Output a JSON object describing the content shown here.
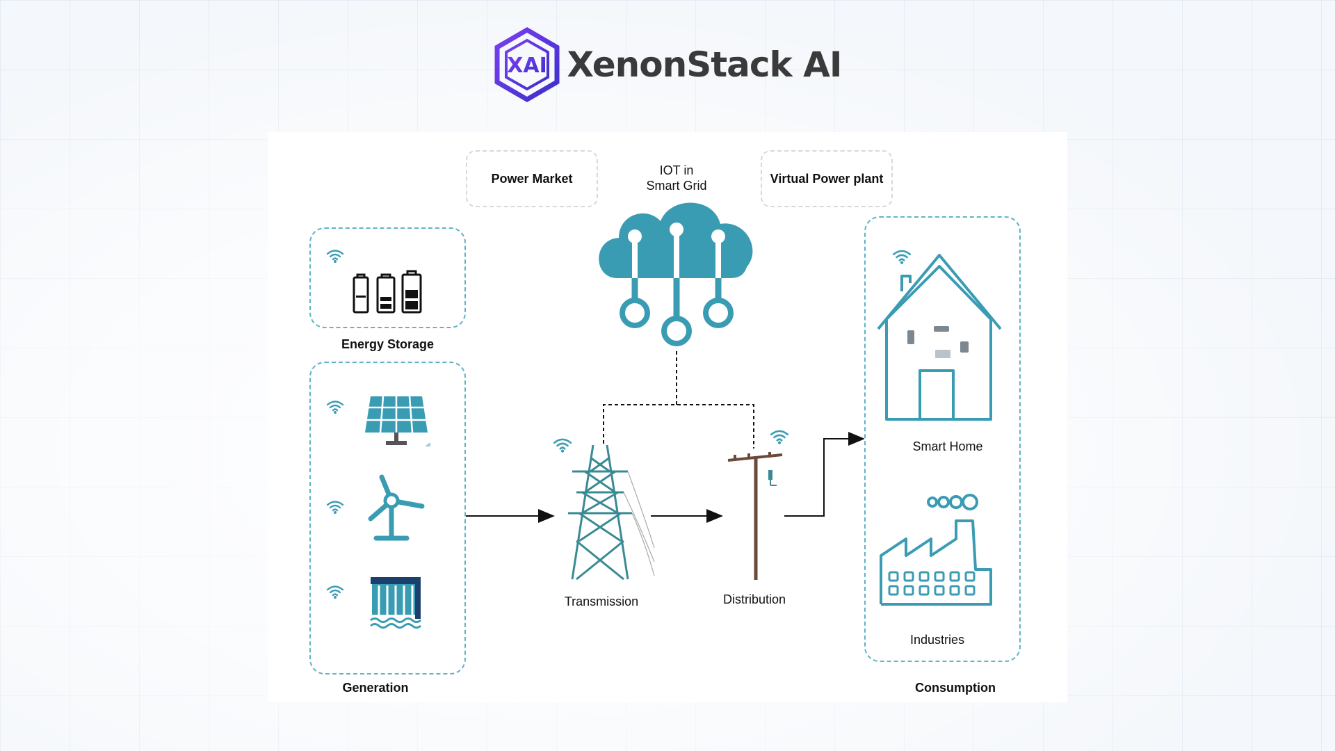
{
  "header": {
    "brand_text": "XenonStack AI",
    "logo_mark": "XAI"
  },
  "diagram": {
    "top_boxes": {
      "power_market": "Power Market",
      "iot_title_line1": "IOT in",
      "iot_title_line2": "Smart Grid",
      "virtual_power_plant": "Virtual Power plant"
    },
    "groups": {
      "energy_storage": "Energy Storage",
      "generation": "Generation",
      "consumption": "Consumption"
    },
    "nodes": {
      "transmission": "Transmission",
      "distribution": "Distribution",
      "smart_home": "Smart Home",
      "industries": "Industries"
    }
  },
  "colors": {
    "teal": "#3a9cb3",
    "logo_purple": "#5b2fd6",
    "dashed_border": "#5fb3c7"
  },
  "icons": [
    "wifi-icon",
    "battery-icon",
    "solar-panel-icon",
    "wind-turbine-icon",
    "hydro-dam-icon",
    "transmission-tower-icon",
    "utility-pole-icon",
    "cloud-circuit-icon",
    "house-icon",
    "factory-icon"
  ]
}
